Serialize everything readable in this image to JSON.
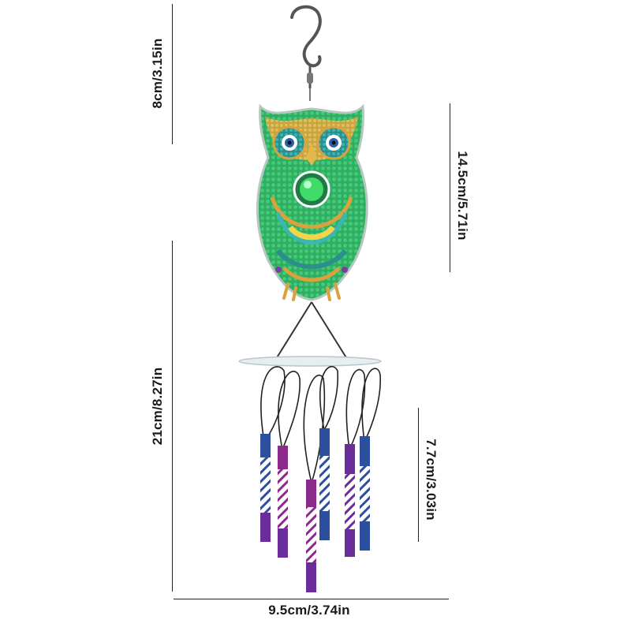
{
  "dimensions": {
    "hook_height": "8cm/3.15in",
    "owl_height": "14.5cm/5.71in",
    "total_chime_height": "21cm/8.27in",
    "tube_length": "7.7cm/3.03in",
    "width": "9.5cm/3.74in"
  },
  "colors": {
    "owl_green": "#2fae62",
    "owl_dark_green": "#1f7a44",
    "owl_gold": "#d9a23c",
    "owl_teal": "#3bb6b8",
    "eye_blue": "#2b5fa8",
    "tube_purple": "#6a2d9a",
    "tube_blue": "#2c4f9e",
    "tube_magenta": "#8b2a8a"
  },
  "icons": {
    "hook": "s-hook-icon",
    "owl": "owl-diamond-painting",
    "chimes": "wind-chime-tubes"
  }
}
